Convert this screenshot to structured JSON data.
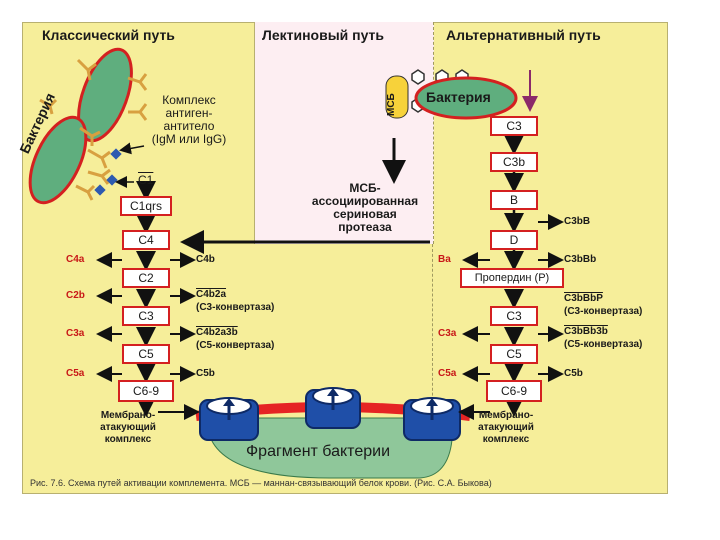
{
  "headers": {
    "classic": "Классический путь",
    "lectin": "Лектиновый путь",
    "alternative": "Альтернативный путь"
  },
  "classic": {
    "complex_label_1": "Комплекс",
    "complex_label_2": "антиген-",
    "complex_label_3": "антитело",
    "complex_label_4": "(IgM или IgG)",
    "bacteria_label": "Бактерия",
    "c1": "C1",
    "c1qrs": "C1qrs",
    "c4": "C4",
    "c2": "C2",
    "c3": "C3",
    "c5": "C5",
    "c69": "C6-9",
    "c4a": "C4a",
    "c4b": "C4b",
    "c2b": "C2b",
    "c4b2a": "C4b2a",
    "c3_convertase": "(C3-конвертаза)",
    "c3a": "C3a",
    "c4b2a3b": "C4b2a3b",
    "c5_convertase": "(C5-конвертаза)",
    "c5a": "C5a",
    "c5b": "C5b",
    "mac_1": "Мембрано-",
    "mac_2": "атакующий",
    "mac_3": "комплекс"
  },
  "lectin": {
    "msb": "МСБ",
    "text_1": "МСБ-",
    "text_2": "ассоциированная",
    "text_3": "сериновая",
    "text_4": "протеаза"
  },
  "alternative": {
    "bacteria_label": "Бактерия",
    "c3_top": "C3",
    "c3b": "C3b",
    "b": "B",
    "d": "D",
    "properdin": "Пропердин (P)",
    "c3": "C3",
    "c5": "C5",
    "c69": "C6-9",
    "c3bb": "C3bB",
    "ba": "Ba",
    "c3bbb": "C3bBb",
    "c3bbbp": "C3bBbP",
    "c3_convertase": "(C3-конвертаза)",
    "c3a": "C3a",
    "c3bbb3b": "C3bBb3b",
    "c5_convertase": "(C5-конвертаза)",
    "c5a": "C5a",
    "c5b": "C5b",
    "mac_1": "Мембрано-",
    "mac_2": "атакующий",
    "mac_3": "комплекс"
  },
  "fragment_label": "Фрагмент бактерии",
  "caption": "Рис. 7.6. Схема путей активации комплемента. МСБ — маннан-связывающий белок крови. (Рис. С.А. Быкова)",
  "colors": {
    "background": "#f6ee9a",
    "lectin_panel": "#fdeef2",
    "box_border": "#d42020",
    "bacteria_fill": "#5fae7e",
    "bacteria_border": "#d42020",
    "antibody": "#d8a040",
    "pore": "#1f4fa8",
    "membrane": "#e52424",
    "fragment_fill": "#8fc79a"
  }
}
